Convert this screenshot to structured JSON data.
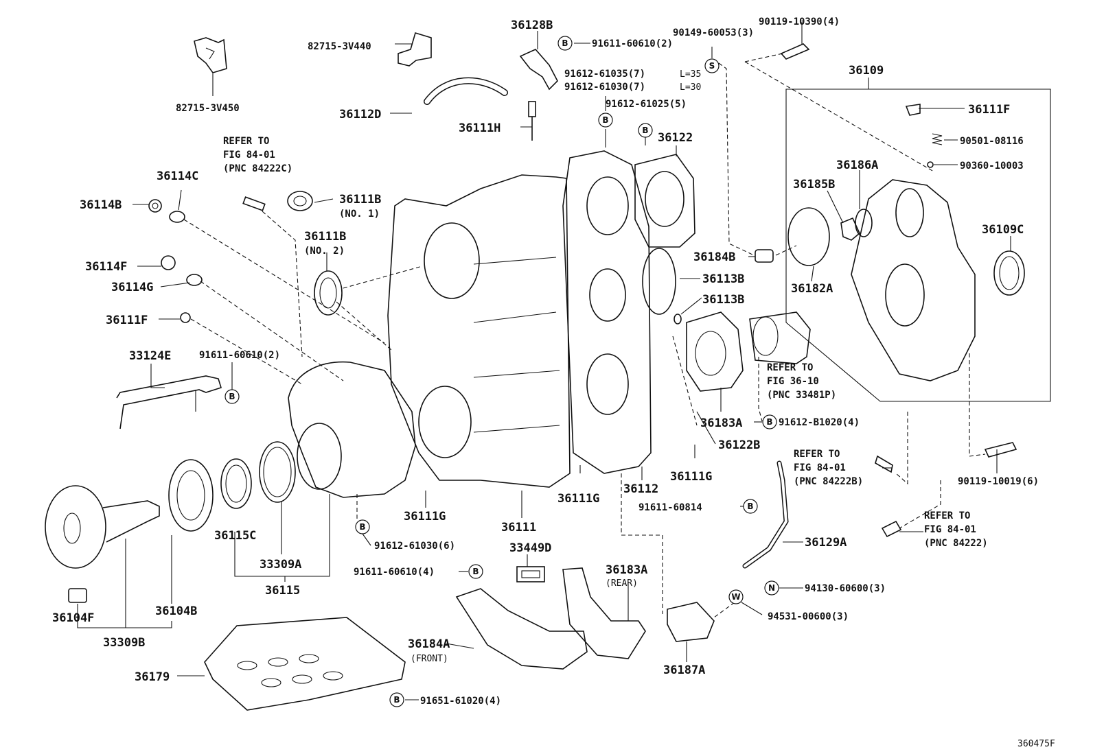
{
  "figure_code": "360475F",
  "parts": {
    "p82715_3V440": "82715-3V440",
    "p82715_3V450": "82715-3V450",
    "p36128B": "36128B",
    "p91611_60610_top": "91611-60610(2)",
    "p90149": "90149-60053(3)",
    "p90119_10390": "90119-10390(4)",
    "p91612_61035": "91612-61035(7)",
    "p91612_61035_len": "L=35",
    "p91612_61030_7": "91612-61030(7)",
    "p91612_61030_len": "L=30",
    "p91612_61025": "91612-61025(5)",
    "p36112D": "36112D",
    "p36111H": "36111H",
    "p36109": "36109",
    "p36111F_r": "36111F",
    "p90501": "90501-08116",
    "p90360": "90360-10003",
    "p36122": "36122",
    "p36114C": "36114C",
    "p36114B": "36114B",
    "p36111B1": "36111B",
    "p36111B1_no": "(NO. 1)",
    "p36111B2": "36111B",
    "p36111B2_no": "(NO. 2)",
    "p36186A": "36186A",
    "p36185B": "36185B",
    "p36109C": "36109C",
    "p36184B": "36184B",
    "p36182A": "36182A",
    "p36113B_1": "36113B",
    "p36113B_2": "36113B",
    "p36114F": "36114F",
    "p36114G": "36114G",
    "p36111F_l": "36111F",
    "p33124E": "33124E",
    "p91611_60610_mid": "91611-60610(2)",
    "p36183A": "36183A",
    "p91612_B1020": "91612-B1020(4)",
    "p36122B": "36122B",
    "p36111G_1": "36111G",
    "p36111G_2": "36111G",
    "p36111G_3": "36111G",
    "p36112": "36112",
    "p36111": "36111",
    "p91611_60814": "91611-60814",
    "p36129A": "36129A",
    "p36115C": "36115C",
    "p33309A": "33309A",
    "p36115": "36115",
    "p91612_61030_6": "91612-61030(6)",
    "p33449D": "33449D",
    "p91611_60610_4": "91611-60610(4)",
    "p36183A_rear": "36183A",
    "rear": "(REAR)",
    "p94130": "94130-60600(3)",
    "p94531": "94531-00600(3)",
    "p36104F": "36104F",
    "p36104B": "36104B",
    "p33309B": "33309B",
    "p36184A": "36184A",
    "front": "(FRONT)",
    "p36187A": "36187A",
    "p36179": "36179",
    "p91651": "91651-61020(4)",
    "p90119_10019": "90119-10019(6)"
  },
  "references": {
    "ref1": [
      "REFER TO",
      "FIG 84-01",
      "(PNC 84222C)"
    ],
    "ref2": [
      "REFER TO",
      "FIG 36-10",
      "(PNC 33481P)"
    ],
    "ref3": [
      "REFER TO",
      "FIG 84-01",
      "(PNC 84222B)"
    ],
    "ref4": [
      "REFER TO",
      "FIG 84-01",
      "(PNC 84222)"
    ]
  },
  "symbols": {
    "b": "B",
    "s": "S",
    "n": "N",
    "w": "W"
  }
}
